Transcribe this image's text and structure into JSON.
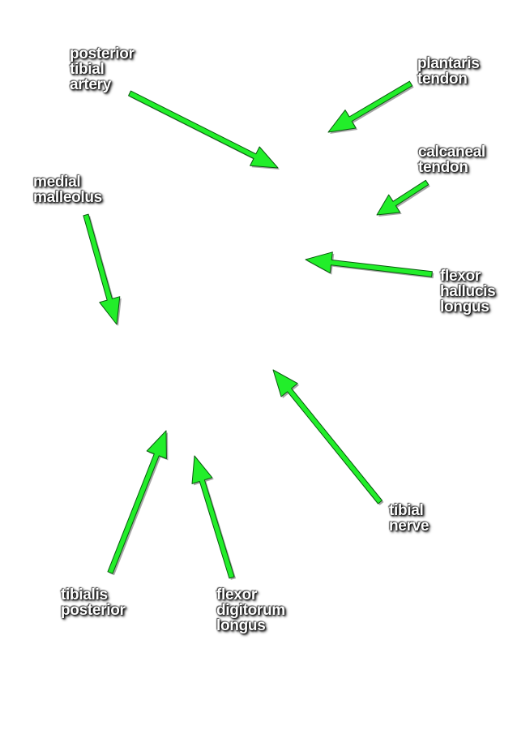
{
  "colors": {
    "arrow": "#22ee2a",
    "arrow_outline": "#0a5a0f",
    "label_text": "#ffffff",
    "label_shadow": "#000000",
    "background": "#ffffff"
  },
  "labels": [
    {
      "id": "posterior-tibial-artery",
      "lines": [
        "posterior",
        "tibial",
        "artery"
      ]
    },
    {
      "id": "plantaris-tendon",
      "lines": [
        "plantaris",
        "tendon"
      ]
    },
    {
      "id": "calcaneal-tendon",
      "lines": [
        "calcaneal",
        "tendon"
      ]
    },
    {
      "id": "medial-malleolus",
      "lines": [
        "medial",
        "malleolus"
      ]
    },
    {
      "id": "flexor-hallucis-longus",
      "lines": [
        "flexor",
        "hallucis",
        "longus"
      ]
    },
    {
      "id": "tibial-nerve",
      "lines": [
        "tibial",
        "nerve"
      ]
    },
    {
      "id": "tibialis-posterior",
      "lines": [
        "tibialis",
        "posterior"
      ]
    },
    {
      "id": "flexor-digitorum-longus",
      "lines": [
        "flexor",
        "digitorum",
        "longus"
      ]
    }
  ]
}
